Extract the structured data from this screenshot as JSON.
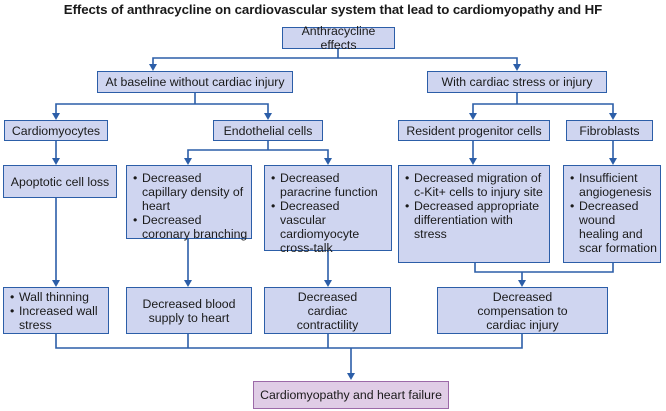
{
  "title": "Effects of anthracycline on cardiovascular system that lead to cardiomyopathy and HF",
  "nodes": {
    "root": "Anthracycline effects",
    "baseline": "At baseline without cardiac injury",
    "stress": "With cardiac stress or injury",
    "cardiomyocytes": "Cardiomyocytes",
    "endothelial": "Endothelial cells",
    "progenitor": "Resident progenitor cells",
    "fibroblasts": "Fibroblasts",
    "apoptotic": "Apoptotic cell loss",
    "capillary": [
      "Decreased capillary density of heart",
      "Decreased coronary branching"
    ],
    "paracrine": [
      "Decreased paracrine function",
      "Decreased vascular cardiomyocyte cross-talk"
    ],
    "migration": [
      "Decreased migration of c-Kit+ cells to injury site",
      "Decreased appropriate differentiation with stress"
    ],
    "fibro_effects": [
      "Insufficient angiogenesis",
      "Decreased wound healing and scar formation"
    ],
    "wall": [
      "Wall thinning",
      "Increased wall stress"
    ],
    "blood": "Decreased blood supply to heart",
    "contractility": "Decreased cardiac contractility",
    "compensation": "Decreased compensation to cardiac injury",
    "outcome": "Cardiomyopathy and heart failure"
  },
  "colors": {
    "box_fill": "#cfd5f0",
    "box_border": "#2c5ea8",
    "outcome_fill": "#e0cde6",
    "outcome_border": "#9c6aa8",
    "connector": "#2c5ea8"
  }
}
